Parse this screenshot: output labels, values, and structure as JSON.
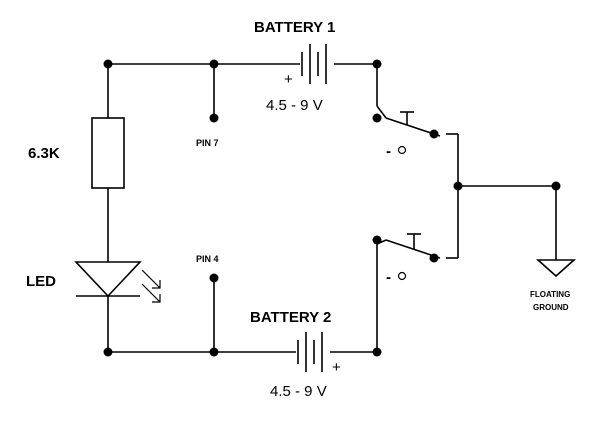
{
  "labels": {
    "battery1": "BATTERY 1",
    "battery1_voltage": "4.5 - 9 V",
    "battery1_plus": "+",
    "battery2": "BATTERY 2",
    "battery2_voltage": "4.5 - 9 V",
    "battery2_plus": "+",
    "resistor": "6.3K",
    "led": "LED",
    "pin7": "PIN 7",
    "pin4": "PIN 4",
    "switch1_minus": "-",
    "switch2_minus": "-",
    "ground_line1": "FLOATING",
    "ground_line2": "GROUND"
  }
}
